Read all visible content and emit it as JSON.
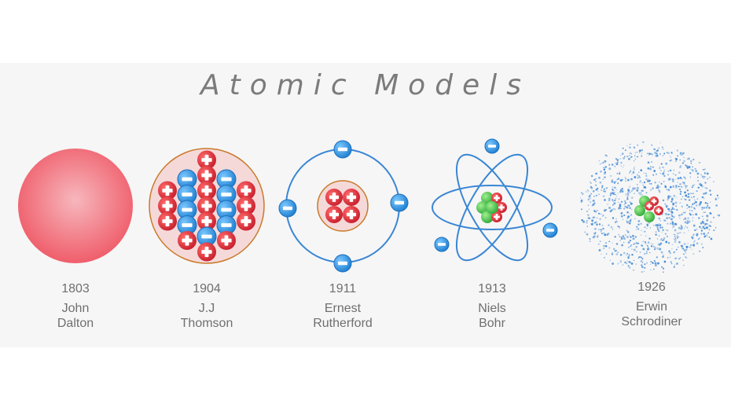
{
  "title": "Atomic Models",
  "models": [
    {
      "year": "1803",
      "name_line1": "John",
      "name_line2": "Dalton"
    },
    {
      "year": "1904",
      "name_line1": "J.J",
      "name_line2": "Thomson"
    },
    {
      "year": "1911",
      "name_line1": "Ernest",
      "name_line2": "Rutherford"
    },
    {
      "year": "1913",
      "name_line1": "Niels",
      "name_line2": "Bohr"
    },
    {
      "year": "1926",
      "name_line1": "Erwin",
      "name_line2": "Schrodiner"
    }
  ],
  "colors": {
    "dalton": "#f0707a",
    "proton": "#e03040",
    "electron": "#3a9ee0",
    "orbit": "#3a86d4",
    "neutron": "#49c04a",
    "cloud": "#3a86d4",
    "shell": "#c97a2a"
  }
}
